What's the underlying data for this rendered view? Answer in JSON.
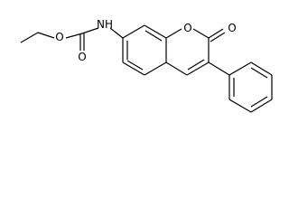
{
  "structure": {
    "atom_labels": {
      "ester_oxygen": "O",
      "carbonyl_oxygen": "O",
      "amide_nitrogen": "NH",
      "ring_oxygen": "O",
      "lactone_oxygen": "O"
    }
  }
}
